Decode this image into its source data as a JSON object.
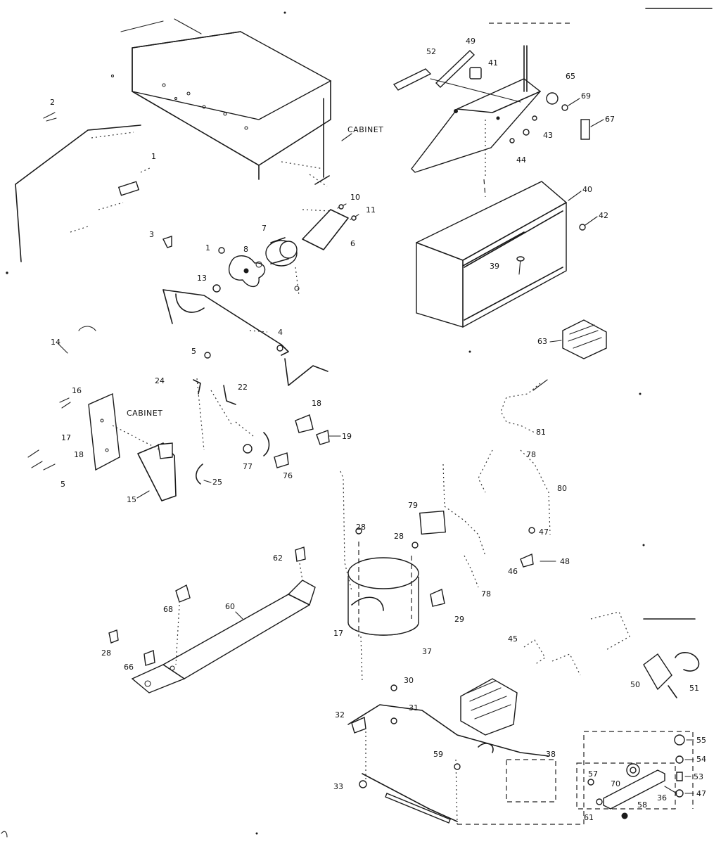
{
  "labels": {
    "cabinet_top": "CABINET",
    "cabinet_side": "CABINET",
    "c1": "1",
    "c2": "2",
    "c3": "3",
    "c4": "4",
    "c5": "5",
    "c6": "6",
    "c7": "7",
    "c8": "8",
    "c10": "10",
    "c11": "11",
    "c13": "13",
    "c14": "14",
    "c15": "15",
    "c16": "16",
    "c17": "17",
    "c18": "18",
    "c19": "19",
    "c22": "22",
    "c24": "24",
    "c25": "25",
    "c28a": "28",
    "c28b": "28",
    "c28c": "28",
    "c29": "29",
    "c30": "30",
    "c31": "31",
    "c32": "32",
    "c33": "33",
    "c36": "36",
    "c37": "37",
    "c38": "38",
    "c39": "39",
    "c40": "40",
    "c41": "41",
    "c42": "42",
    "c43": "43",
    "c44": "44",
    "c45": "45",
    "c46": "46",
    "c47a": "47",
    "c47b": "47",
    "c48": "48",
    "c49": "49",
    "c50": "50",
    "c51": "51",
    "c52": "52",
    "c53": "53",
    "c54": "54",
    "c55": "55",
    "c57": "57",
    "c58": "58",
    "c59": "59",
    "c60": "60",
    "c61": "61",
    "c62": "62",
    "c63": "63",
    "c65": "65",
    "c66": "66",
    "c67": "67",
    "c68": "68",
    "c69": "69",
    "c70": "70",
    "c76": "76",
    "c77": "77",
    "c78a": "78",
    "c78b": "78",
    "c79": "79",
    "c80": "80",
    "c81": "81"
  }
}
